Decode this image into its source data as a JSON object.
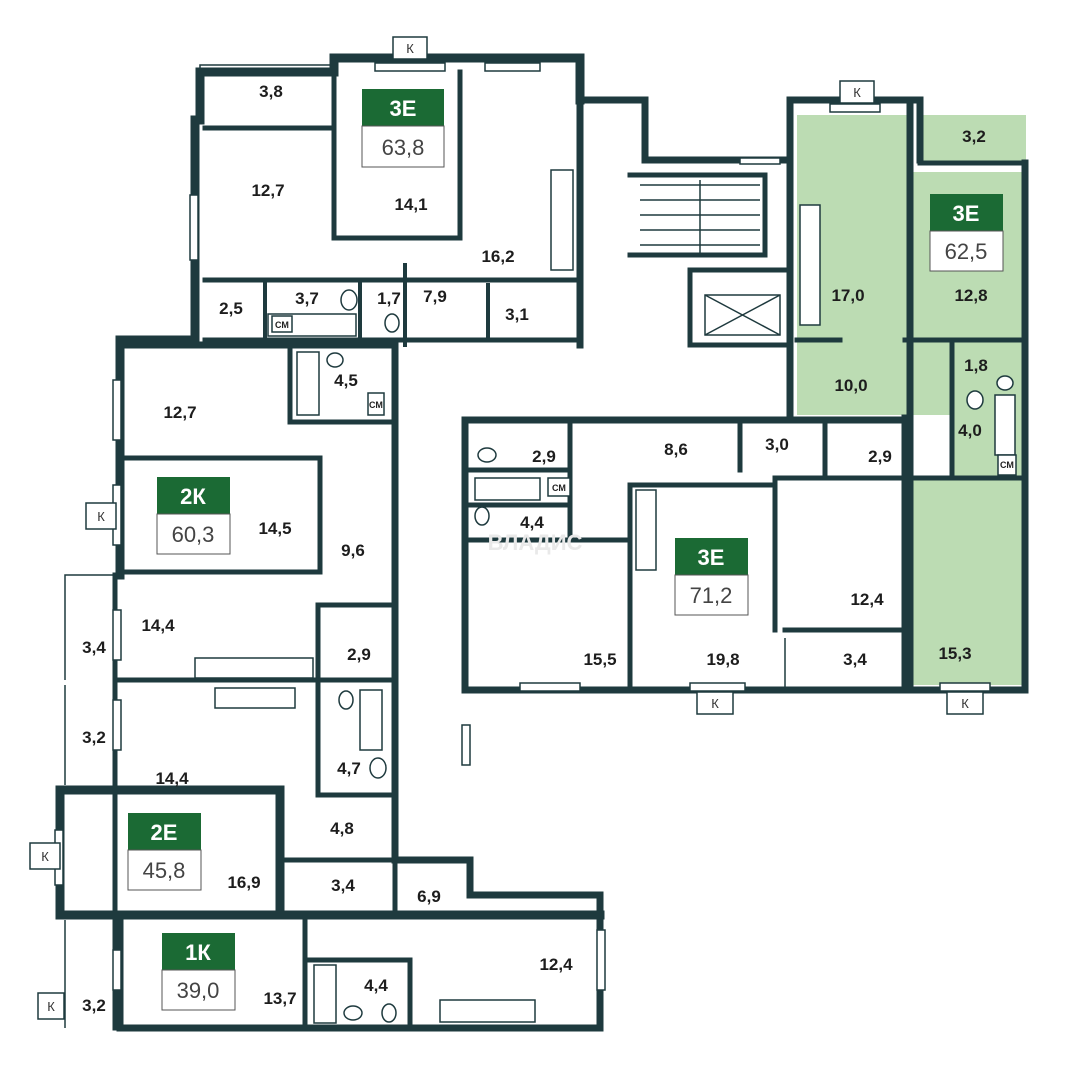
{
  "colors": {
    "wall": "#1e3a3e",
    "highlight": "#bcdcb3",
    "badge": "#1b6a34",
    "badge_text": "#ffffff",
    "background": "#ffffff"
  },
  "balcony_marker": "К",
  "washer_label": "СМ",
  "watermark": "ВЛАДИС",
  "apartments": [
    {
      "code": "3E",
      "area": "63,8"
    },
    {
      "code": "3E",
      "area": "62,5"
    },
    {
      "code": "2К",
      "area": "60,3"
    },
    {
      "code": "3E",
      "area": "71,2"
    },
    {
      "code": "2E",
      "area": "45,8"
    },
    {
      "code": "1К",
      "area": "39,0"
    }
  ],
  "room_areas": [
    "3,8",
    "12,7",
    "14,1",
    "16,2",
    "2,5",
    "3,7",
    "1,7",
    "7,9",
    "3,1",
    "12,7",
    "4,5",
    "14,5",
    "9,6",
    "3,4",
    "14,4",
    "2,9",
    "3,2",
    "14,4",
    "4,7",
    "4,8",
    "16,9",
    "3,4",
    "6,9",
    "3,2",
    "13,7",
    "4,4",
    "12,4",
    "17,0",
    "3,2",
    "12,8",
    "10,0",
    "1,8",
    "4,0",
    "2,9",
    "8,6",
    "3,0",
    "2,9",
    "4,4",
    "12,4",
    "15,5",
    "19,8",
    "3,4",
    "15,3"
  ]
}
